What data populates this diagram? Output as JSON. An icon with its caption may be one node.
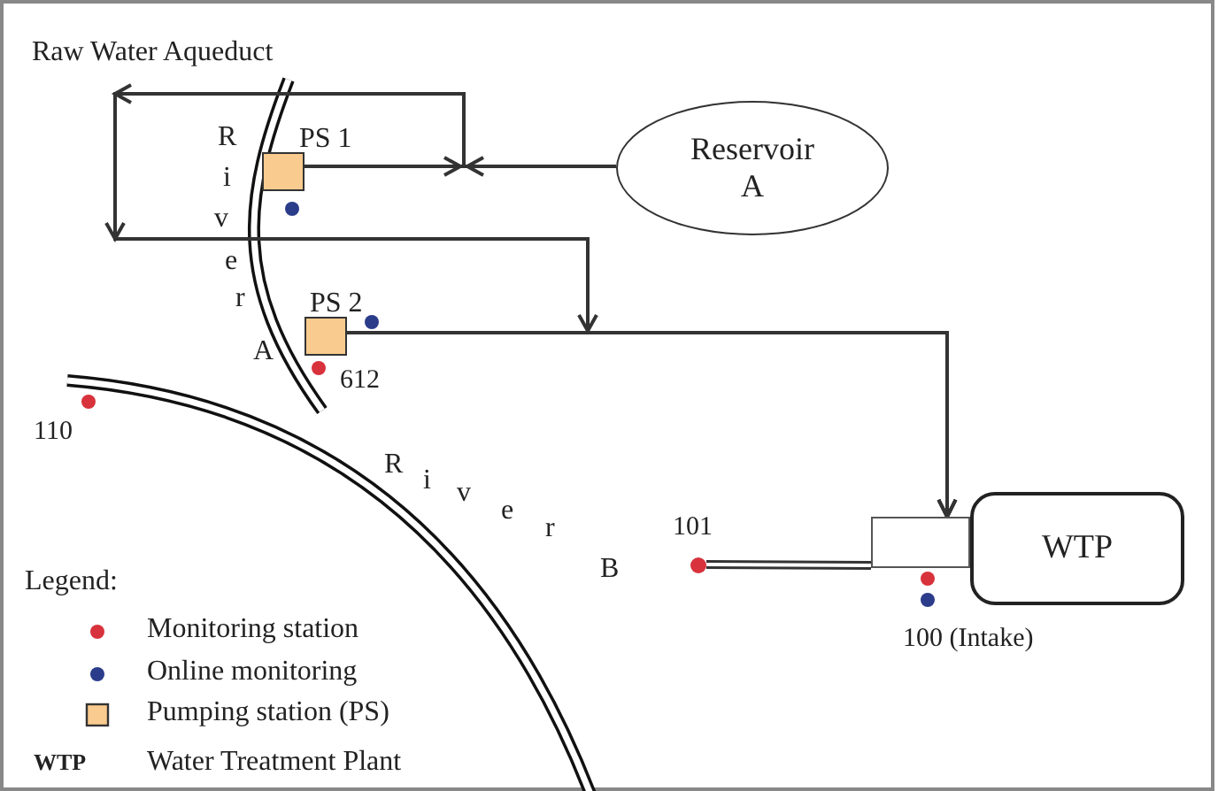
{
  "diagram": {
    "nodes": [
      {
        "text": [
          "PS 1"
        ]
      },
      {
        "text": [
          "PS 2"
        ]
      },
      {
        "text": [
          "Reservoir A"
        ]
      },
      {
        "text": [],
        "shape": "box"
      },
      {
        "text": [
          "WTP"
        ]
      },
      {
        "text": [],
        "shape": "circle",
        "beside": [
          "101"
        ]
      }
    ],
    "edges": [
      {
        "from": 0,
        "to": 3,
        "arrow": "to"
      },
      {
        "from": 2,
        "to": 3,
        "arrow": "to"
      },
      {
        "from": 1,
        "to": 3,
        "arrow": "to"
      },
      {
        "from": 5,
        "to": 3,
        "arrow": "none",
        "style": "thick"
      }
    ],
    "labels": [
      "Raw Water Aqueduct",
      "R",
      "i",
      "v",
      "e",
      "r",
      "A",
      "612",
      "110",
      "100 (Intake)",
      "R",
      "i",
      "v",
      "e",
      "r",
      "B",
      "Legend:",
      "WTP"
    ],
    "legend": [
      {
        "text": "Monitoring station",
        "color": "#d8323c"
      },
      {
        "text": "Online monitoring",
        "color": "#2a3c8a"
      },
      {
        "text": "Pumping station (PS)",
        "color": "#f9cb8f"
      },
      {
        "text": "Water Treatment Plant"
      }
    ]
  }
}
